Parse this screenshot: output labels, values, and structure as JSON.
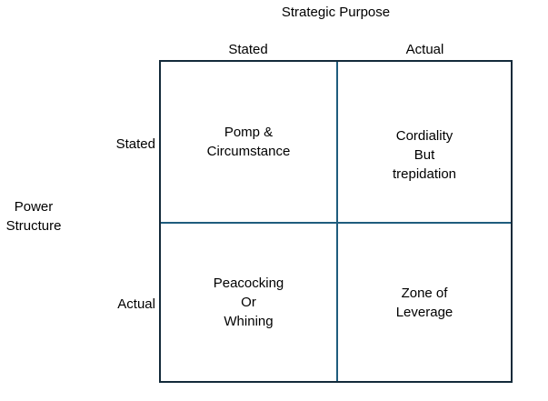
{
  "title": "Strategic Purpose",
  "axis_label": "Power\nStructure",
  "columns": [
    {
      "label": "Stated"
    },
    {
      "label": "Actual"
    }
  ],
  "rows": [
    {
      "label": "Stated"
    },
    {
      "label": "Actual"
    }
  ],
  "quadrants": [
    {
      "position": "top-left",
      "text": "Pomp &\nCircumstance"
    },
    {
      "position": "top-right",
      "text": "Cordiality\nBut\ntrepidation"
    },
    {
      "position": "bottom-left",
      "text": "Peacocking\nOr\nWhining"
    },
    {
      "position": "bottom-right",
      "text": "Zone of\nLeverage"
    }
  ],
  "colors": {
    "outer_border": "#132A3A",
    "grid_line": "#1F5C7D",
    "text": "#000000",
    "background": "#FFFFFF"
  }
}
